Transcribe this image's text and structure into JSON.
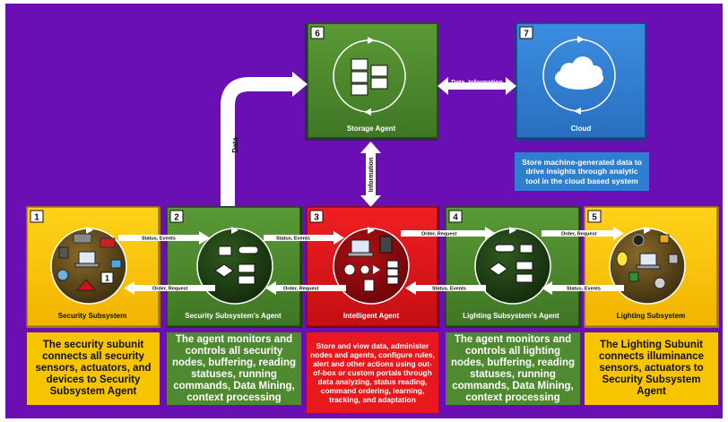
{
  "colors": {
    "background": "#6a0fb3",
    "yellow": "#f7c400",
    "green": "#4f8a30",
    "red": "#e8181c",
    "blue": "#2e7fd0",
    "dark_green": "#1f3b15",
    "white": "#ffffff"
  },
  "nodes": {
    "security_subsystem": {
      "number": "1",
      "title": "Security Subsystem",
      "inner_number": "1",
      "description": "The security subunit connects all security sensors, actuators, and devices to Security Subsystem Agent"
    },
    "security_agent": {
      "number": "2",
      "title": "Security Subsystem's Agent",
      "description": "The agent monitors and controls all security nodes, buffering, reading statuses, running commands, Data Mining, context processing"
    },
    "intelligent_agent": {
      "number": "3",
      "title": "Intelligent Agent",
      "description": "Store and view data, administer nodes and agents, configure rules, alert and other actions using out-of-box or custom portals through data analyzing, status reading, command ordering, learning, tracking, and adaptation"
    },
    "lighting_agent": {
      "number": "4",
      "title": "Lighting Subsystem's Agent",
      "description": "The agent monitors and controls all lighting nodes, buffering, reading statuses, running commands, Data Mining, context processing"
    },
    "lighting_subsystem": {
      "number": "5",
      "title": "Lighting Subsystem",
      "description": "The Lighting Subunit connects illuminance sensors, actuators to Security Subsystem Agent"
    },
    "storage_agent": {
      "number": "6",
      "title": "Storage Agent"
    },
    "cloud": {
      "number": "7",
      "title": "Cloud",
      "description": "Store machine-generated data to drive insights through analytic tool in the cloud based system"
    }
  },
  "edges": {
    "status_events": "Status, Events",
    "order_request": "Order, Request",
    "data": "Data",
    "information": "Information",
    "data_information": "Data, Information"
  },
  "icons": [
    "camera-icon",
    "laptop-icon",
    "envelope-icon",
    "globe-icon",
    "bell-icon",
    "database-icon",
    "cloud-icon",
    "flowchart-icon",
    "lightbulb-icon",
    "sensor-icon"
  ]
}
